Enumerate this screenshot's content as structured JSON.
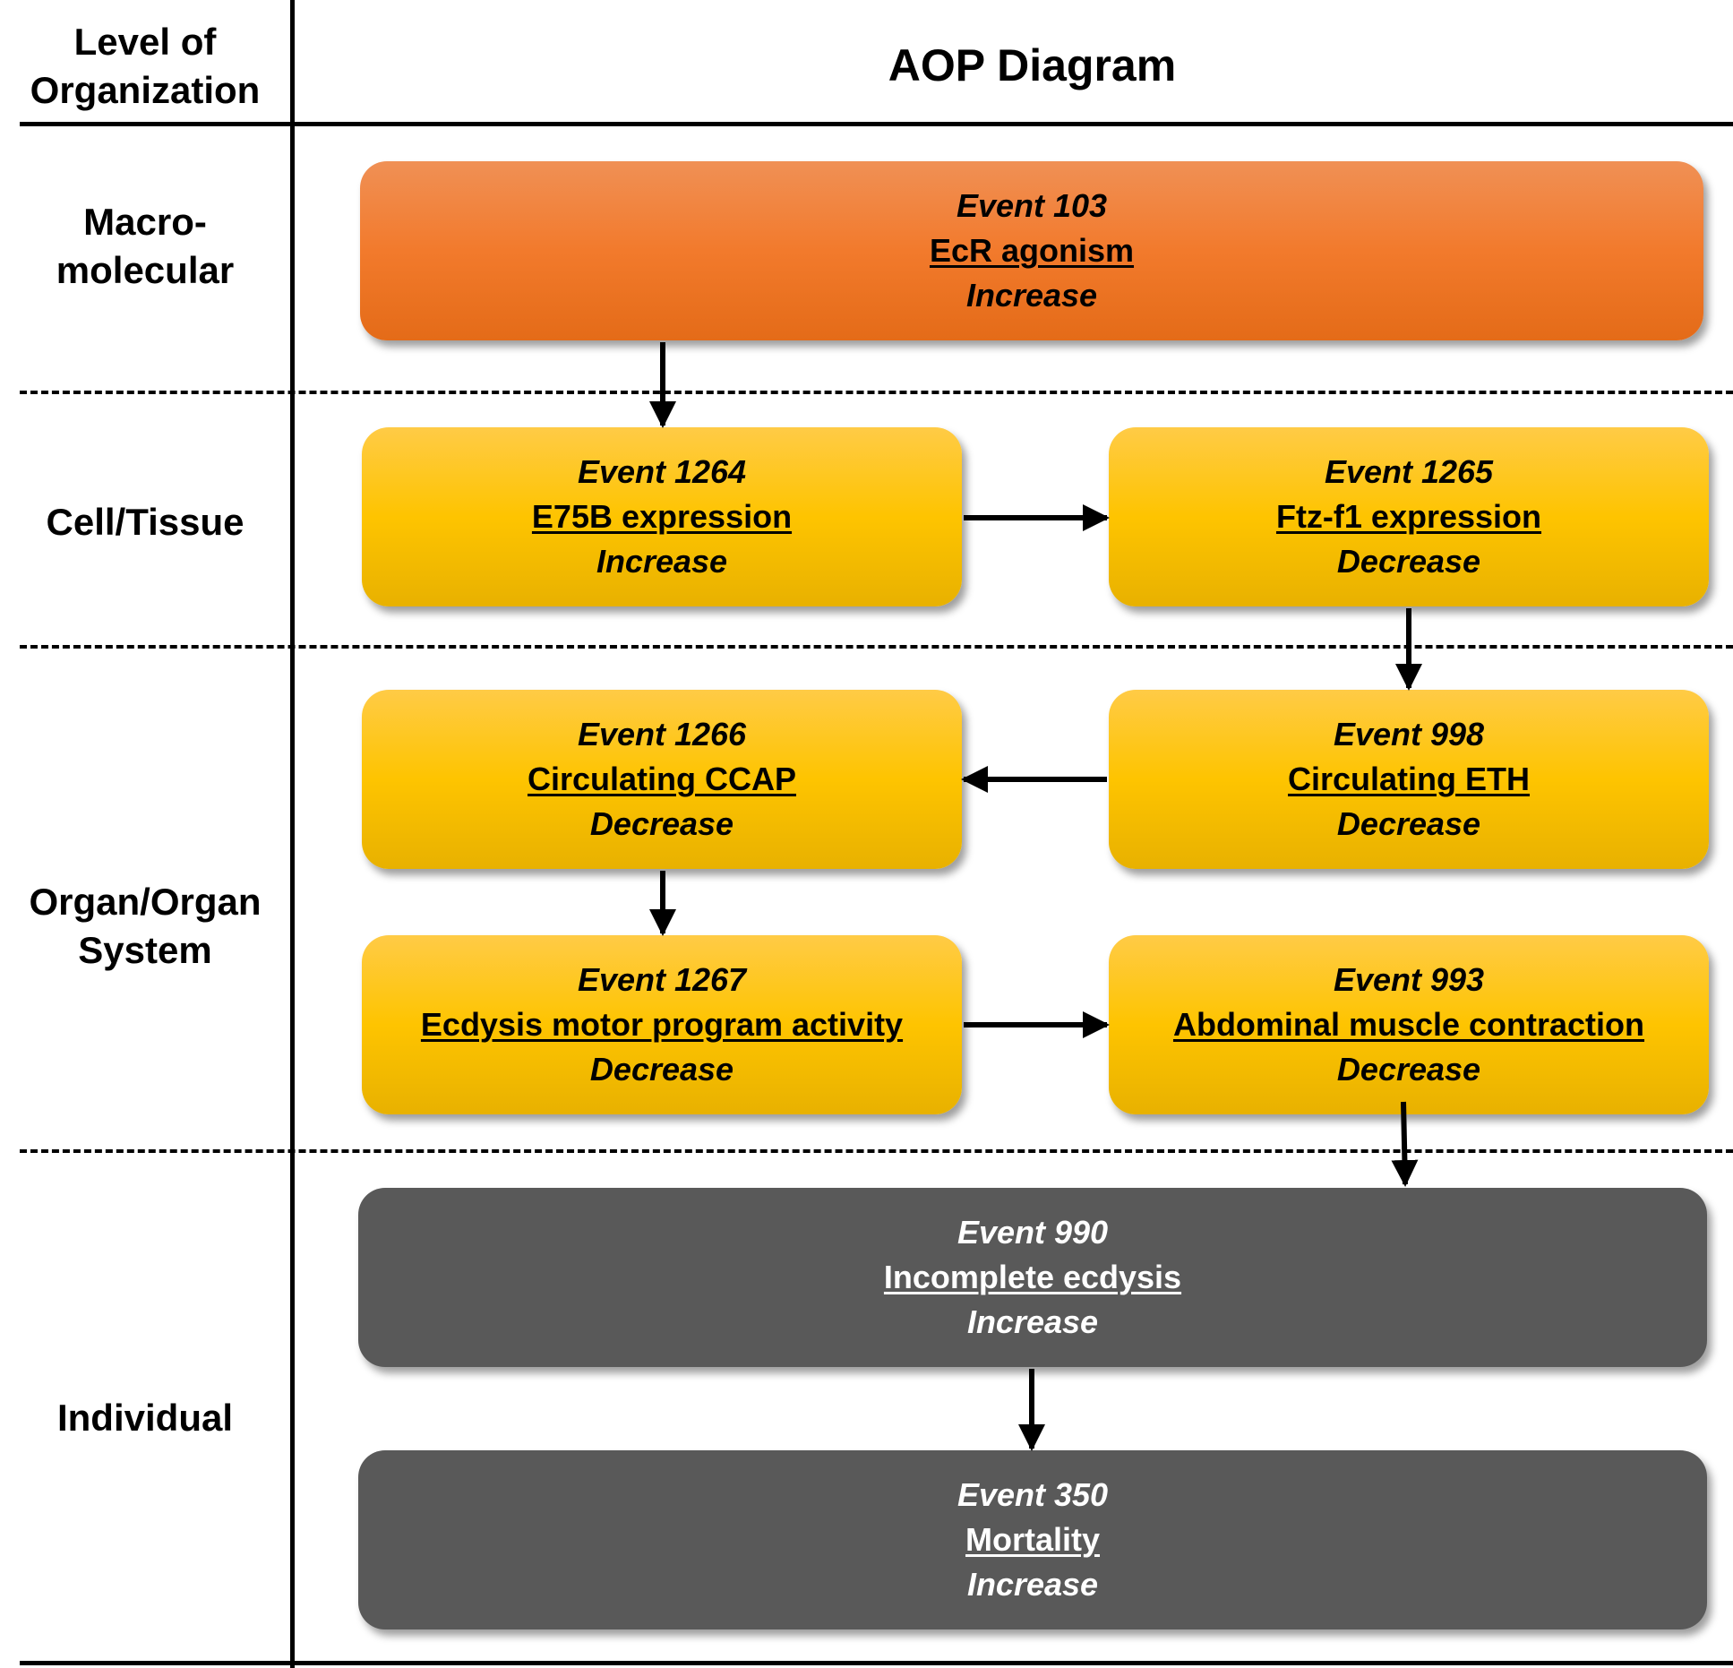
{
  "header": {
    "level_title": "Level of Organization",
    "diagram_title": "AOP Diagram"
  },
  "levels": [
    {
      "id": "macro",
      "label": "Macro-molecular"
    },
    {
      "id": "cell",
      "label": "Cell/Tissue"
    },
    {
      "id": "organ",
      "label": "Organ/Organ System"
    },
    {
      "id": "individual",
      "label": "Individual"
    }
  ],
  "events": [
    {
      "id": "e103",
      "event": "Event 103",
      "name": "EcR agonism",
      "direction": "Increase"
    },
    {
      "id": "e1264",
      "event": "Event 1264",
      "name": "E75B expression",
      "direction": "Increase"
    },
    {
      "id": "e1265",
      "event": "Event 1265",
      "name": "Ftz-f1 expression",
      "direction": "Decrease"
    },
    {
      "id": "e1266",
      "event": "Event 1266",
      "name": "Circulating CCAP",
      "direction": "Decrease"
    },
    {
      "id": "e998",
      "event": "Event 998",
      "name": "Circulating ETH",
      "direction": "Decrease"
    },
    {
      "id": "e1267",
      "event": "Event 1267",
      "name": "Ecdysis motor program activity",
      "direction": "Decrease"
    },
    {
      "id": "e993",
      "event": "Event 993",
      "name": "Abdominal muscle contraction",
      "direction": "Decrease"
    },
    {
      "id": "e990",
      "event": "Event 990",
      "name": "Incomplete ecdysis",
      "direction": "Increase"
    },
    {
      "id": "e350",
      "event": "Event 350",
      "name": "Mortality",
      "direction": "Increase"
    }
  ],
  "relationships": [
    {
      "from": "Event 103",
      "to": "Event 1264"
    },
    {
      "from": "Event 1264",
      "to": "Event 1265"
    },
    {
      "from": "Event 1265",
      "to": "Event 998"
    },
    {
      "from": "Event 998",
      "to": "Event 1266"
    },
    {
      "from": "Event 1266",
      "to": "Event 1267"
    },
    {
      "from": "Event 1267",
      "to": "Event 993"
    },
    {
      "from": "Event 993",
      "to": "Event 990"
    },
    {
      "from": "Event 990",
      "to": "Event 350"
    }
  ],
  "colors": {
    "molecular_initiating": "#f27a2c",
    "key_event": "#fec400",
    "adverse_outcome": "#595959",
    "line": "#000000"
  }
}
